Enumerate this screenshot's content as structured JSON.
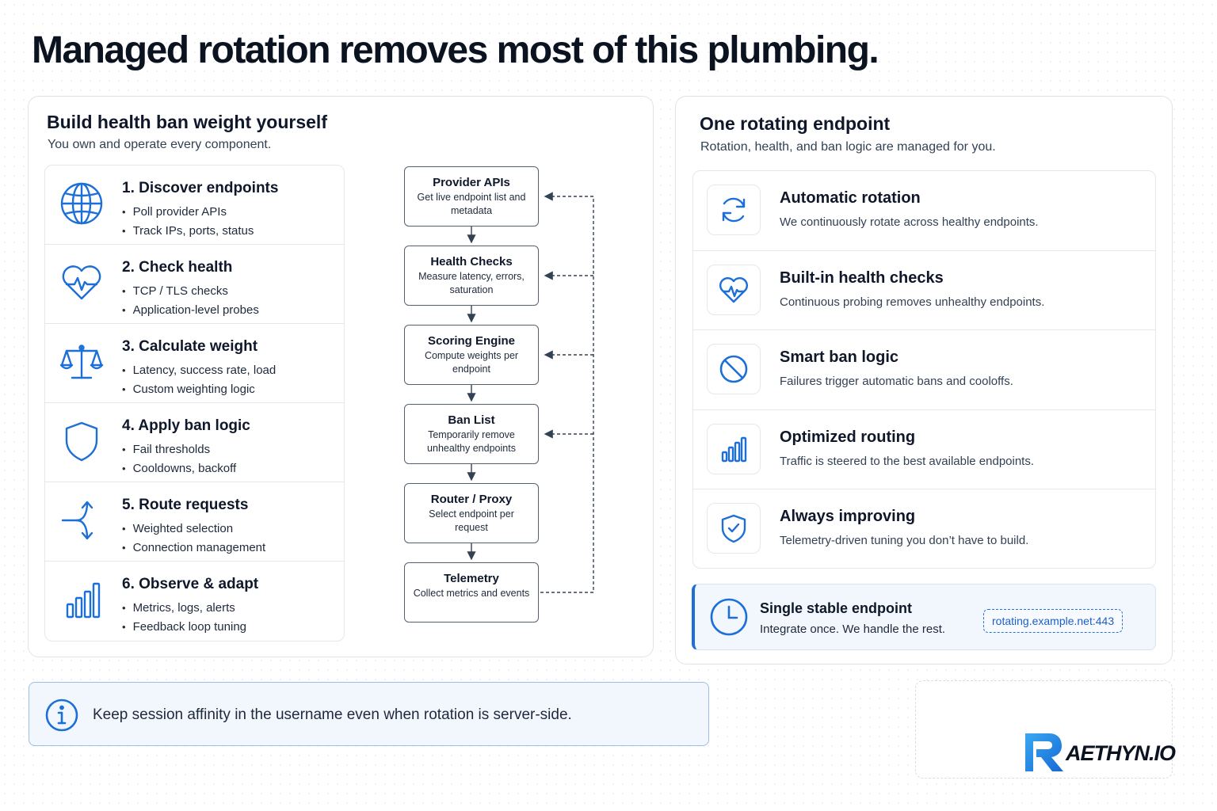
{
  "title": "Managed rotation removes most of this plumbing.",
  "left_panel": {
    "title": "Build health ban weight yourself",
    "subtitle": "You own and operate every component.",
    "steps": [
      {
        "icon": "globe-icon",
        "title": "1. Discover endpoints",
        "bullets": [
          "Poll provider APIs",
          "Track IPs, ports, status"
        ]
      },
      {
        "icon": "heart-pulse-icon",
        "title": "2. Check health",
        "bullets": [
          "TCP / TLS checks",
          "Application-level probes"
        ]
      },
      {
        "icon": "scale-icon",
        "title": "3. Calculate weight",
        "bullets": [
          "Latency, success rate, load",
          "Custom weighting logic"
        ]
      },
      {
        "icon": "shield-icon",
        "title": "4. Apply ban logic",
        "bullets": [
          "Fail thresholds",
          "Cooldowns, backoff"
        ]
      },
      {
        "icon": "split-arrows-icon",
        "title": "5. Route requests",
        "bullets": [
          "Weighted selection",
          "Connection management"
        ]
      },
      {
        "icon": "bar-chart-icon",
        "title": "6. Observe & adapt",
        "bullets": [
          "Metrics, logs, alerts",
          "Feedback loop tuning"
        ]
      }
    ],
    "flow": [
      {
        "title": "Provider APIs",
        "desc": "Get live endpoint list and metadata"
      },
      {
        "title": "Health Checks",
        "desc": "Measure latency, errors, saturation"
      },
      {
        "title": "Scoring Engine",
        "desc": "Compute weights per endpoint"
      },
      {
        "title": "Ban List",
        "desc": "Temporarily remove unhealthy endpoints"
      },
      {
        "title": "Router / Proxy",
        "desc": "Select endpoint per request"
      },
      {
        "title": "Telemetry",
        "desc": "Collect metrics and events"
      }
    ]
  },
  "right_panel": {
    "title": "One rotating endpoint",
    "subtitle": "Rotation, health, and ban logic are managed for you.",
    "features": [
      {
        "icon": "rotate-icon",
        "title": "Automatic rotation",
        "desc": "We continuously rotate across healthy endpoints."
      },
      {
        "icon": "heart-pulse-icon",
        "title": "Built-in health checks",
        "desc": "Continuous probing removes unhealthy endpoints."
      },
      {
        "icon": "ban-icon",
        "title": "Smart ban logic",
        "desc": "Failures trigger automatic bans and cooloffs."
      },
      {
        "icon": "bar-chart-icon",
        "title": "Optimized routing",
        "desc": "Traffic is steered to the best available endpoints."
      },
      {
        "icon": "shield-check-icon",
        "title": "Always improving",
        "desc": "Telemetry-driven tuning you don’t have to build."
      }
    ],
    "stable": {
      "title": "Single stable endpoint",
      "subtitle": "Integrate once. We handle the rest.",
      "endpoint": "rotating.example.net:443"
    }
  },
  "note": "Keep session affinity in the username even when rotation is server-side.",
  "logo_text": "AETHYN.IO",
  "colors": {
    "accent": "#1d6fd8",
    "border": "#dfe4ea",
    "note_bg": "#f2f7fd"
  }
}
